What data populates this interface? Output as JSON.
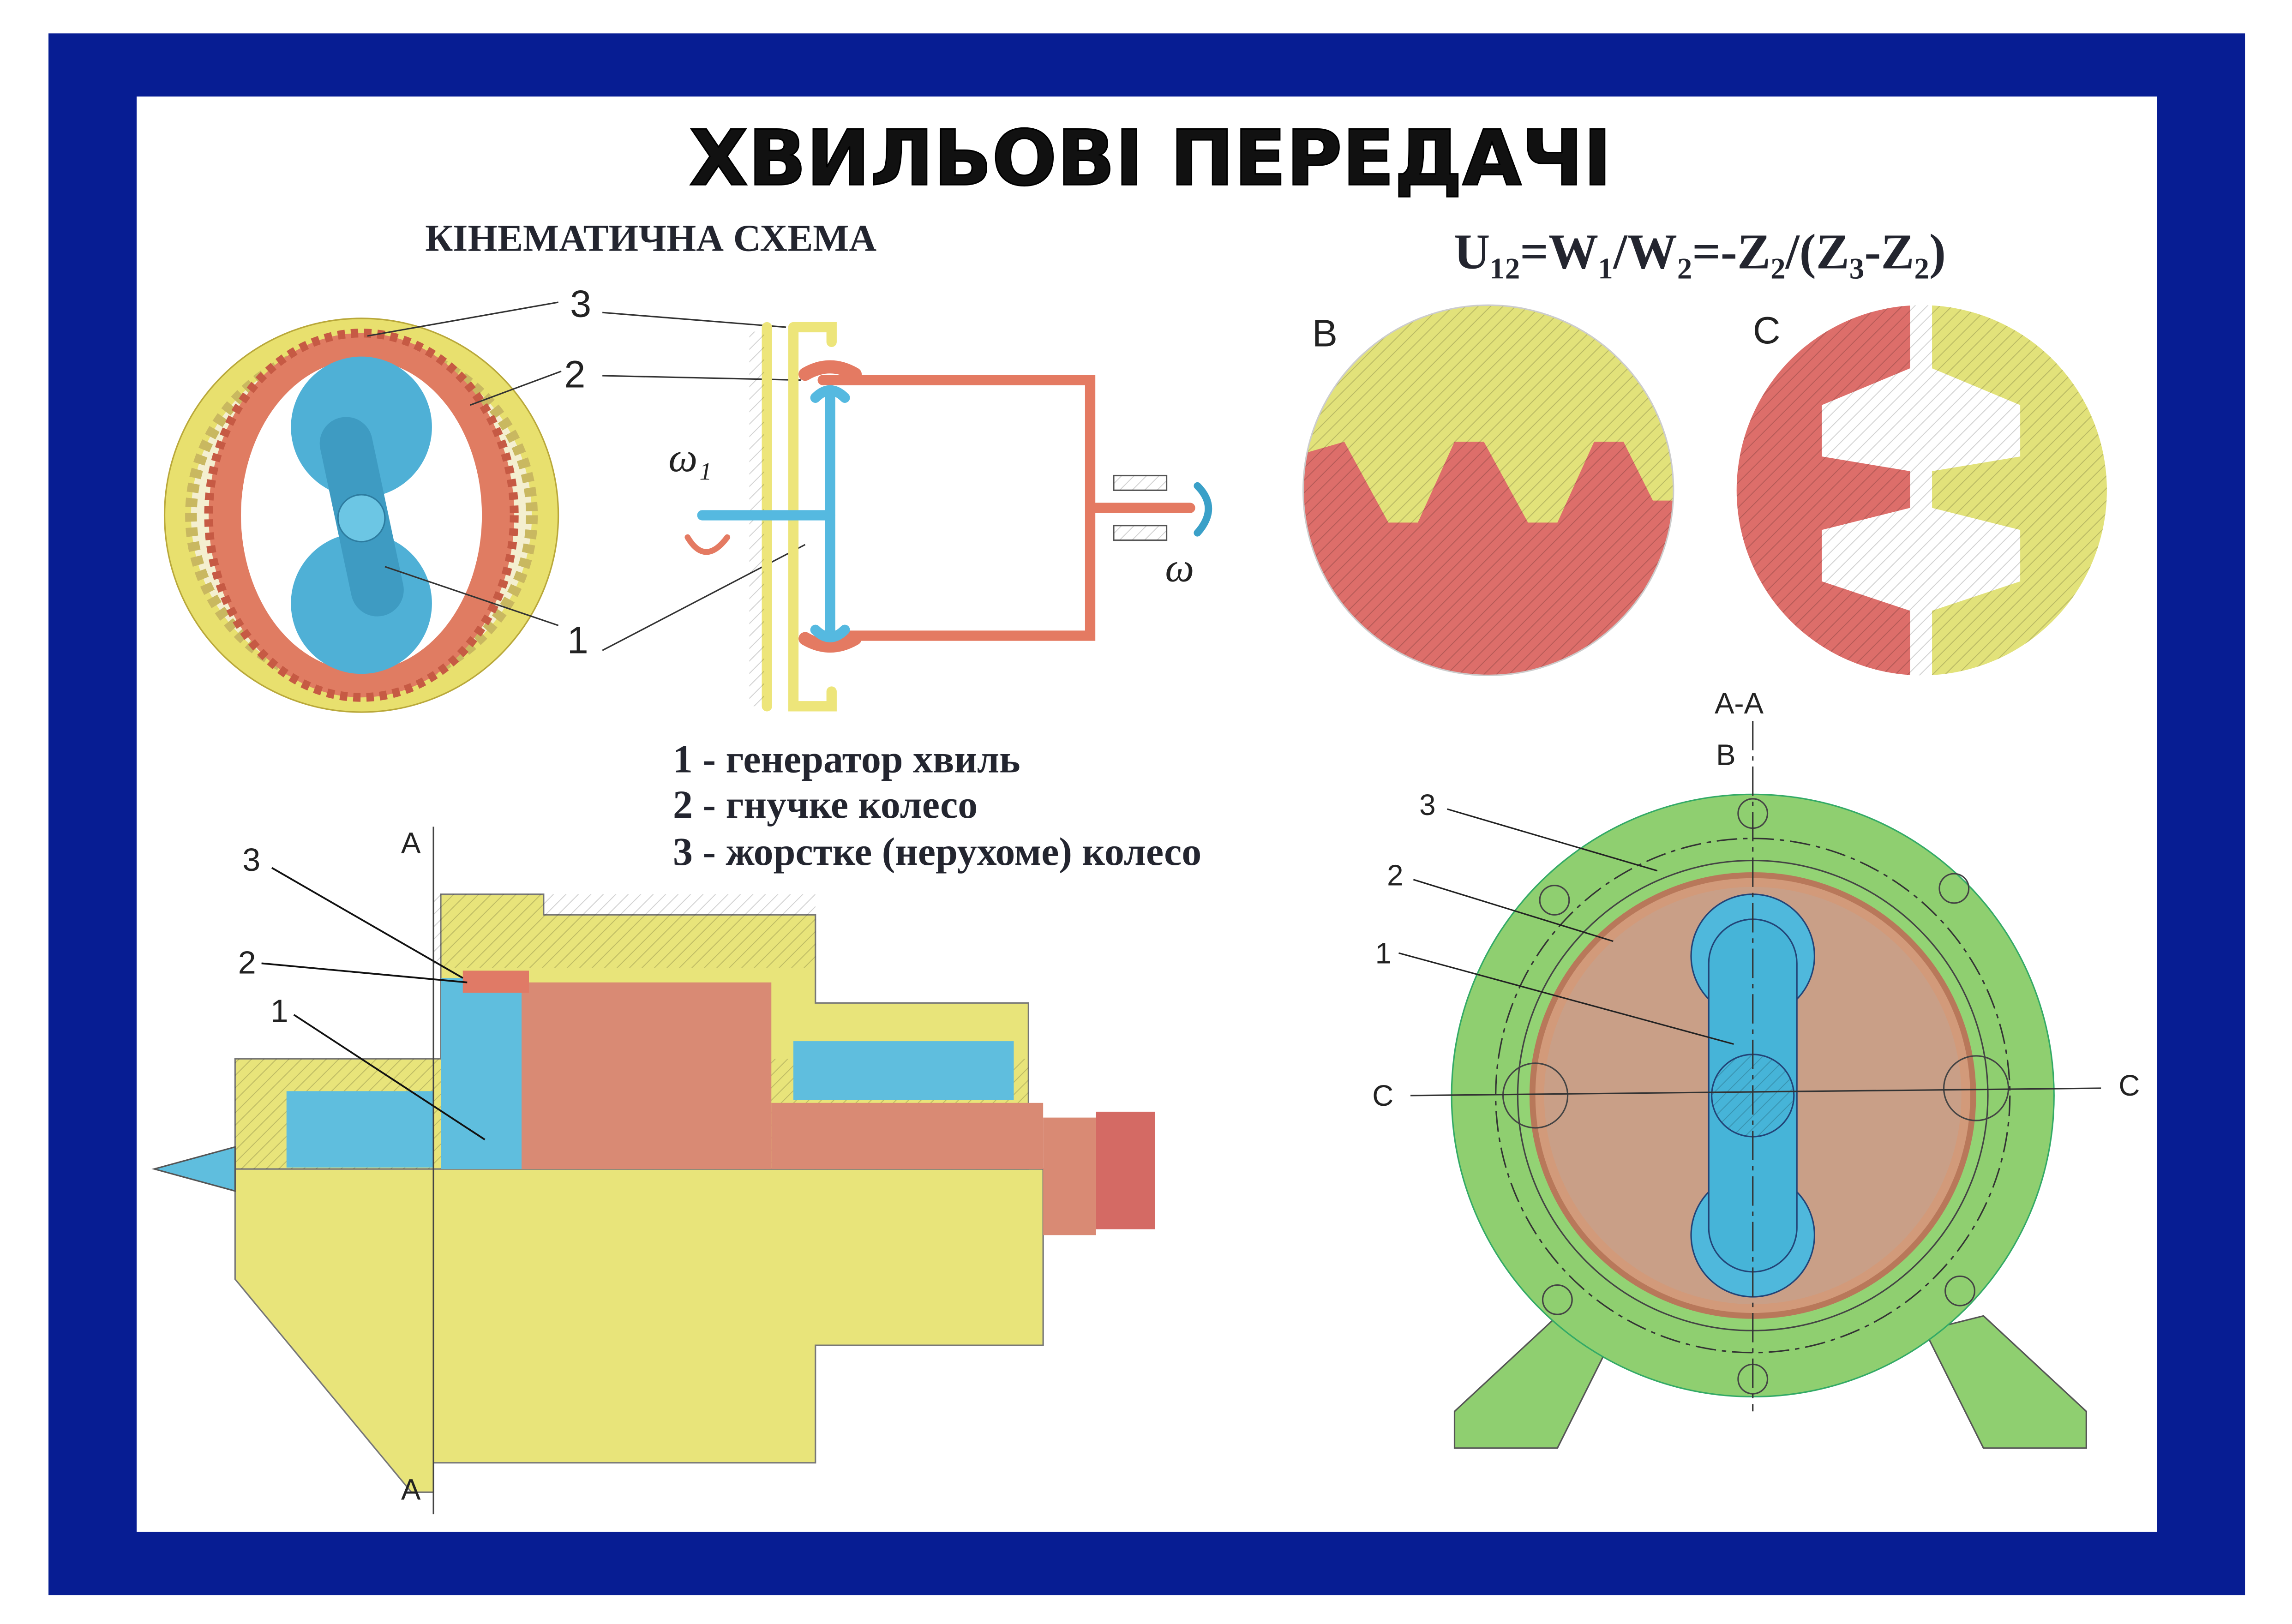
{
  "poster": {
    "title": "ХВИЛЬОВІ ПЕРЕДАЧІ",
    "kinematic_heading": "КІНЕМАТИЧНА СХЕМА",
    "formula": "U₁₂=W₁/W₂=-Z₂/(Z₃-Z₂)",
    "legend": [
      "1 - генератор хвиль",
      "2 - гнучке колесо",
      "3 - жорстке (нерухоме) колесо"
    ]
  },
  "labels": {
    "n1": "1",
    "n2": "2",
    "n3": "3",
    "omega1": "ω₁",
    "omega": "ω",
    "detail_b": "B",
    "detail_c": "C",
    "section": "A-A",
    "section_a": "A"
  },
  "colors": {
    "frame": "#071d93",
    "yellow": "#e6e07a",
    "red": "#e0786a",
    "blue": "#46b4d8",
    "green": "#8fcf70",
    "brown": "#c89a80"
  }
}
